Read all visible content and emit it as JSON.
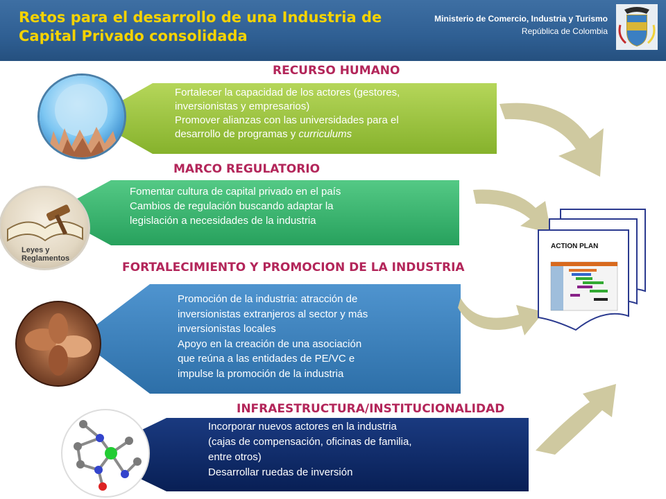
{
  "header": {
    "title": "Retos para el desarrollo de una Industria de Capital Privado consolidada",
    "ministry": "Ministerio de Comercio, Industria y Turismo",
    "country": "República de Colombia"
  },
  "sections": [
    {
      "title": "RECURSO HUMANO",
      "lines": [
        "Fortalecer la capacidad de los actores (gestores,",
        "inversionistas y empresarios)",
        "Promover alianzas con las universidades para el",
        "desarrollo de programas y "
      ],
      "italic": "curriculums",
      "color": "#9dc63a"
    },
    {
      "title": "MARCO REGULATORIO",
      "lines": [
        "Fomentar cultura de capital privado  en el país",
        "Cambios de regulación buscando adaptar la",
        "legislación a necesidades de la industria"
      ],
      "photo_text": "Leyes y Reglamentos",
      "color": "#3fb872"
    },
    {
      "title": "FORTALECIMIENTO Y PROMOCION DE LA INDUSTRIA",
      "lines": [
        "Promoción de la industria: atracción de",
        "inversionistas extranjeros al sector y más",
        "inversionistas locales",
        "Apoyo en la creación de una asociación",
        "que reúna a las entidades de PE/VC e",
        "impulse la promoción de la industria"
      ],
      "color": "#3c83bd"
    },
    {
      "title": "INFRAESTRUCTURA/INSTITUCIONALIDAD",
      "lines": [
        "Incorporar nuevos actores en la industria",
        "(cajas de compensación, oficinas de familia,",
        "entre otros)",
        "Desarrollar ruedas de inversión"
      ],
      "color": "#0c2a6b"
    }
  ],
  "action_plan": {
    "label": "ACTION PLAN"
  },
  "colors": {
    "header": "#2f5f93",
    "title": "#f5d300",
    "section_title": "#b3265a",
    "arrow": "#cfc9a0"
  }
}
